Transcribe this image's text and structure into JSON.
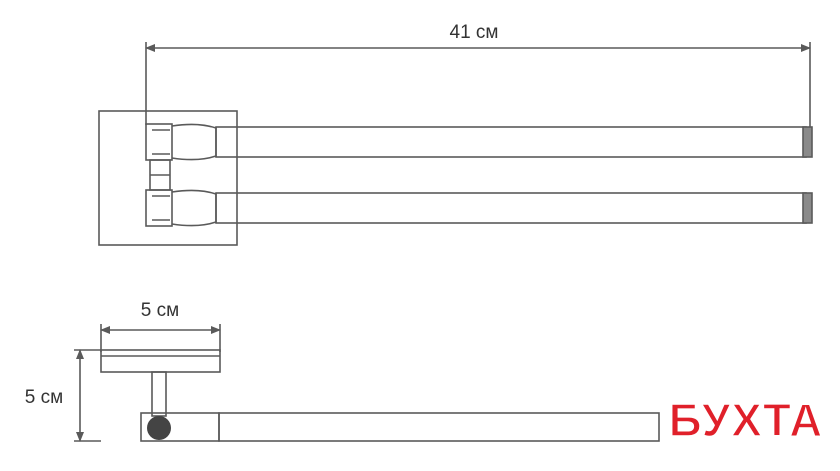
{
  "dimensions": {
    "length_label": "41 см",
    "depth_label": "5 см",
    "height_label": "5 см"
  },
  "logo": {
    "text": "БУХТА",
    "color": "#e0202a"
  },
  "colors": {
    "line": "#5a5a5a",
    "text": "#333333",
    "pivot": "#444444"
  }
}
